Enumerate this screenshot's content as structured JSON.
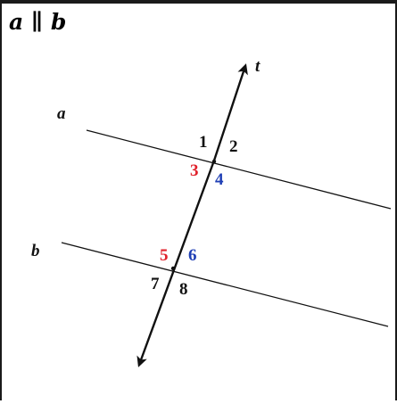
{
  "title": "a ∥ b",
  "lines": {
    "transversal_label": "t",
    "line_a_label": "a",
    "line_b_label": "b"
  },
  "angles": {
    "a1": "1",
    "a2": "2",
    "a3": "3",
    "a4": "4",
    "a5": "5",
    "a6": "6",
    "a7": "7",
    "a8": "8"
  },
  "colors": {
    "red": "#e0212b",
    "blue": "#1f3fb5",
    "black": "#111111"
  }
}
